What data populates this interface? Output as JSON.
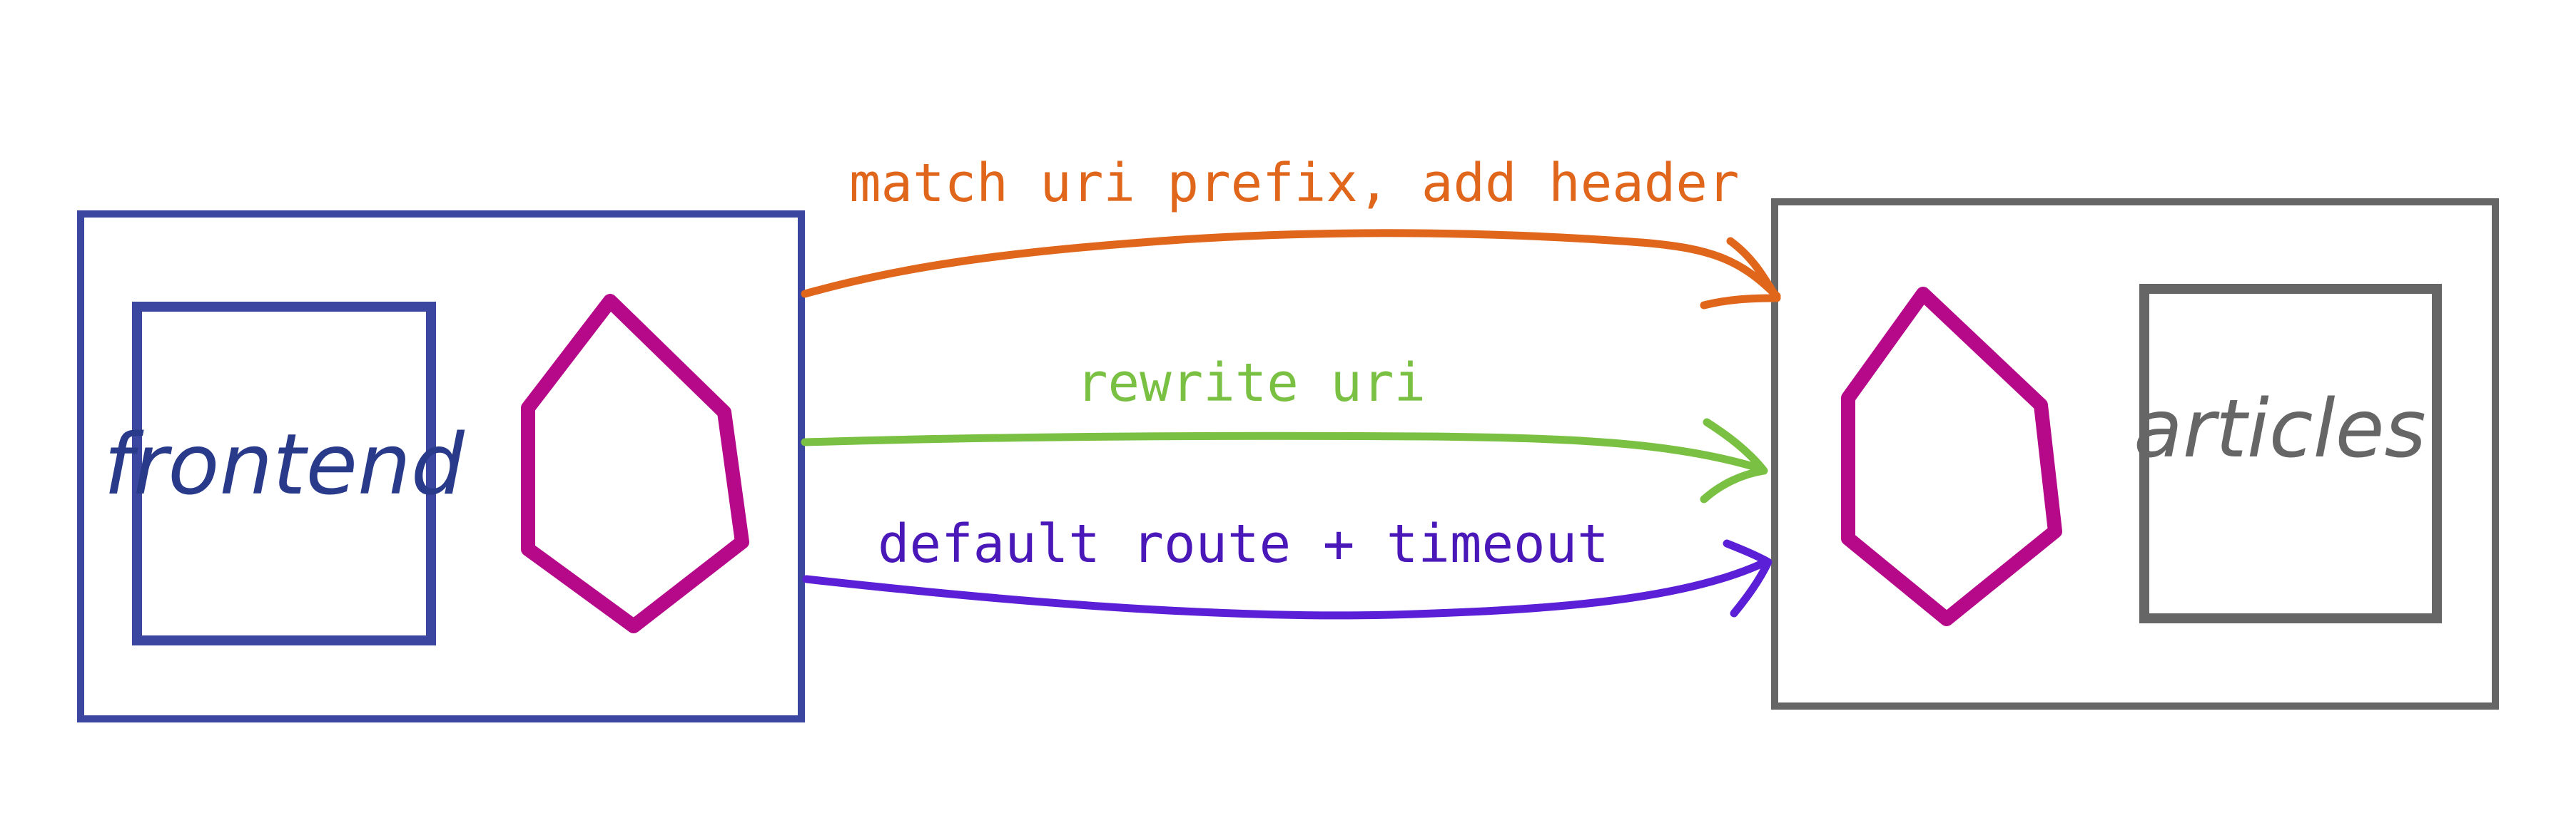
{
  "colors": {
    "frontend": "#3a46a0",
    "articles": "#666666",
    "proxy": "#b5098a",
    "orange": "#e0661c",
    "green": "#7ac143",
    "purple": "#5a1fd6"
  },
  "icons": {
    "proxy": "hexagon-icon"
  },
  "services": {
    "frontend_label": "frontend",
    "articles_label": "articles"
  },
  "routes": {
    "match_label": "match uri prefix, add header",
    "rewrite_label": "rewrite uri",
    "default_label": "default route + timeout"
  }
}
